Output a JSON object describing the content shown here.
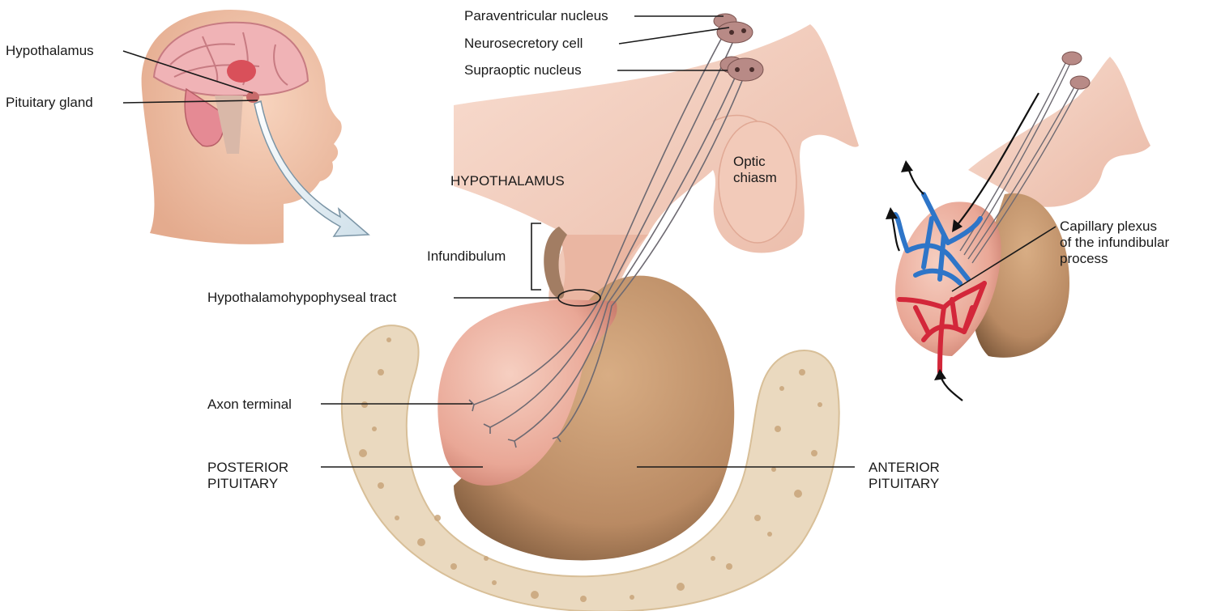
{
  "labels": {
    "hypothalamus_head": "Hypothalamus",
    "pituitary_gland": "Pituitary gland",
    "paraventricular_nucleus": "Paraventricular nucleus",
    "neurosecretory_cell": "Neurosecretory cell",
    "supraoptic_nucleus": "Supraoptic nucleus",
    "hypothalamus_main": "HYPOTHALAMUS",
    "optic_chiasm_line1": "Optic",
    "optic_chiasm_line2": "chiasm",
    "infundibulum": "Infundibulum",
    "hypothalamohypophyseal_tract": "Hypothalamohypophyseal tract",
    "axon_terminal": "Axon terminal",
    "posterior_line1": "POSTERIOR",
    "posterior_line2": "PITUITARY",
    "anterior_line1": "ANTERIOR",
    "anterior_line2": "PITUITARY",
    "capillary_line1": "Capillary plexus",
    "capillary_line2": "of the infundibular",
    "capillary_line3": "process"
  },
  "colors": {
    "tissue_pink": "#f0c4b4",
    "posterior_pink": "#e9a796",
    "anterior_tan": "#b98a63",
    "bone": "#ead9bf",
    "vein_blue": "#2e75c8",
    "artery_red": "#d3273a",
    "leader_line": "#1a1a1a"
  }
}
